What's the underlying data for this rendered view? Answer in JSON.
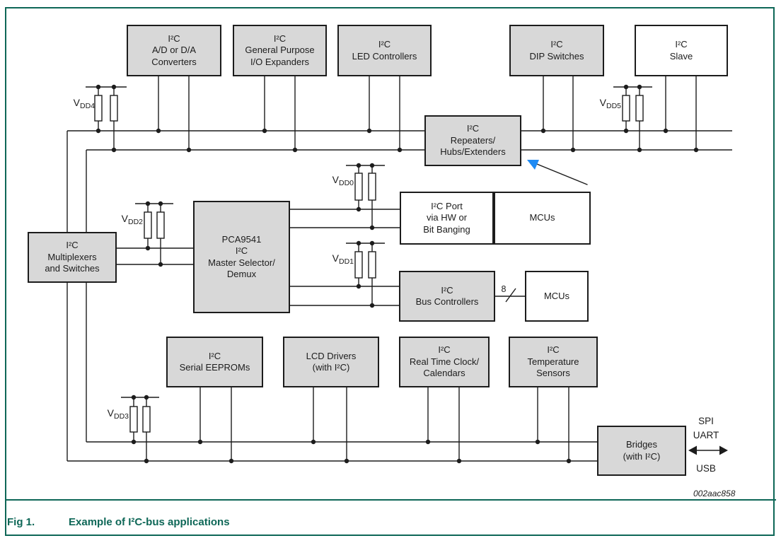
{
  "figure": {
    "caption_label": "Fig 1.",
    "caption_text": "Example of I²C-bus applications",
    "watermark": "002aac858"
  },
  "colors": {
    "accent_green": "#0e6757",
    "box_fill_gray": "#d8d8d8",
    "wire_black": "#1c1c1c",
    "arrow_blue": "#1f8bf4"
  },
  "boxes": {
    "adc": {
      "lines": [
        "I²C",
        "A/D or D/A",
        "Converters"
      ]
    },
    "gpio": {
      "lines": [
        "I²C",
        "General Purpose",
        "I/O Expanders"
      ]
    },
    "led": {
      "lines": [
        "I²C",
        "LED Controllers"
      ]
    },
    "dip": {
      "lines": [
        "I²C",
        "DIP Switches"
      ]
    },
    "slave": {
      "lines": [
        "I²C",
        "Slave"
      ]
    },
    "repeaters": {
      "lines": [
        "I²C",
        "Repeaters/",
        "Hubs/Extenders"
      ]
    },
    "mux": {
      "lines": [
        "I²C",
        "Multiplexers",
        "and Switches"
      ]
    },
    "pca9541": {
      "lines": [
        "PCA9541",
        "I²C",
        "Master Selector/",
        "Demux"
      ]
    },
    "port": {
      "lines": [
        "I²C Port",
        "via HW or",
        "Bit Banging"
      ]
    },
    "mcus1": {
      "lines": [
        "MCUs"
      ]
    },
    "busctrl": {
      "lines": [
        "I²C",
        "Bus Controllers"
      ]
    },
    "mcus2": {
      "lines": [
        "MCUs"
      ]
    },
    "eeprom": {
      "lines": [
        "I²C",
        "Serial EEPROMs"
      ]
    },
    "lcd": {
      "lines": [
        "LCD Drivers",
        "(with I²C)"
      ]
    },
    "rtc": {
      "lines": [
        "I²C",
        "Real Time Clock/",
        "Calendars"
      ]
    },
    "temp": {
      "lines": [
        "I²C",
        "Temperature",
        "Sensors"
      ]
    },
    "bridges": {
      "lines": [
        "Bridges",
        "(with I²C)"
      ]
    }
  },
  "vdd": {
    "vdd0": {
      "prefix": "V",
      "sub": "DD0"
    },
    "vdd1": {
      "prefix": "V",
      "sub": "DD1"
    },
    "vdd2": {
      "prefix": "V",
      "sub": "DD2"
    },
    "vdd3": {
      "prefix": "V",
      "sub": "DD3"
    },
    "vdd4": {
      "prefix": "V",
      "sub": "DD4"
    },
    "vdd5": {
      "prefix": "V",
      "sub": "DD5"
    }
  },
  "ann": {
    "bus_width": "8",
    "spi": "SPI",
    "uart": "UART",
    "usb": "USB"
  }
}
